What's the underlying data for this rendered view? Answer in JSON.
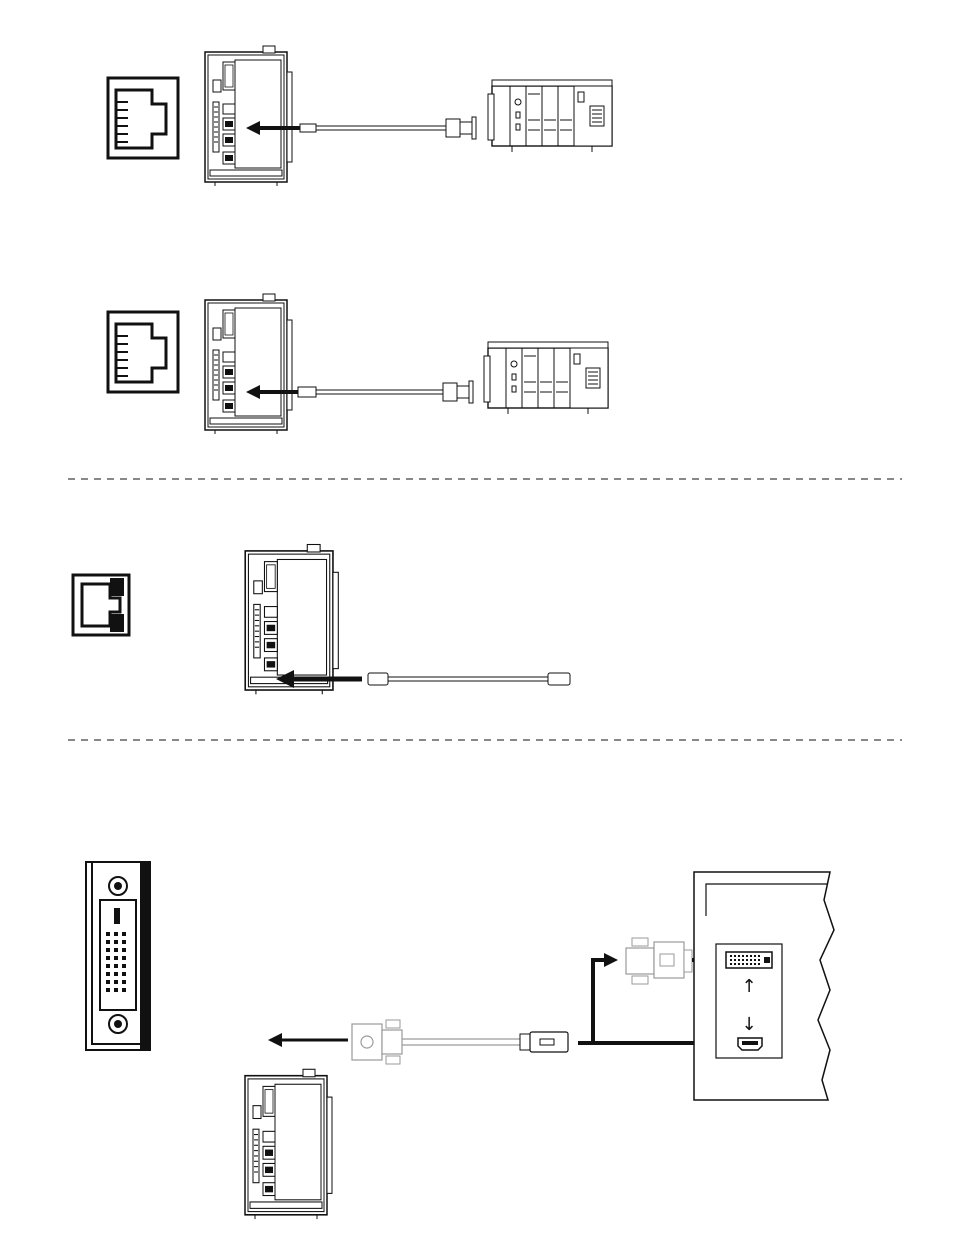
{
  "page": {
    "background": "#ffffff",
    "ink": "#1a1a1a",
    "light_ink": "#9a9a9a"
  },
  "sections": [
    {
      "id": "serial-rs232",
      "icon": "rj45-port-icon",
      "target": "plc-rack"
    },
    {
      "id": "serial-rs485",
      "icon": "rj45-port-icon",
      "target": "plc-rack"
    },
    {
      "id": "ethernet",
      "icon": "ethernet-port-icon",
      "target": "ethernet-cable"
    },
    {
      "id": "video-dvi",
      "icon": "dvi-port-icon",
      "target": "monitor"
    }
  ],
  "separators": 2,
  "monitor": {
    "up_arrow": "↑",
    "down_arrow": "↓"
  }
}
